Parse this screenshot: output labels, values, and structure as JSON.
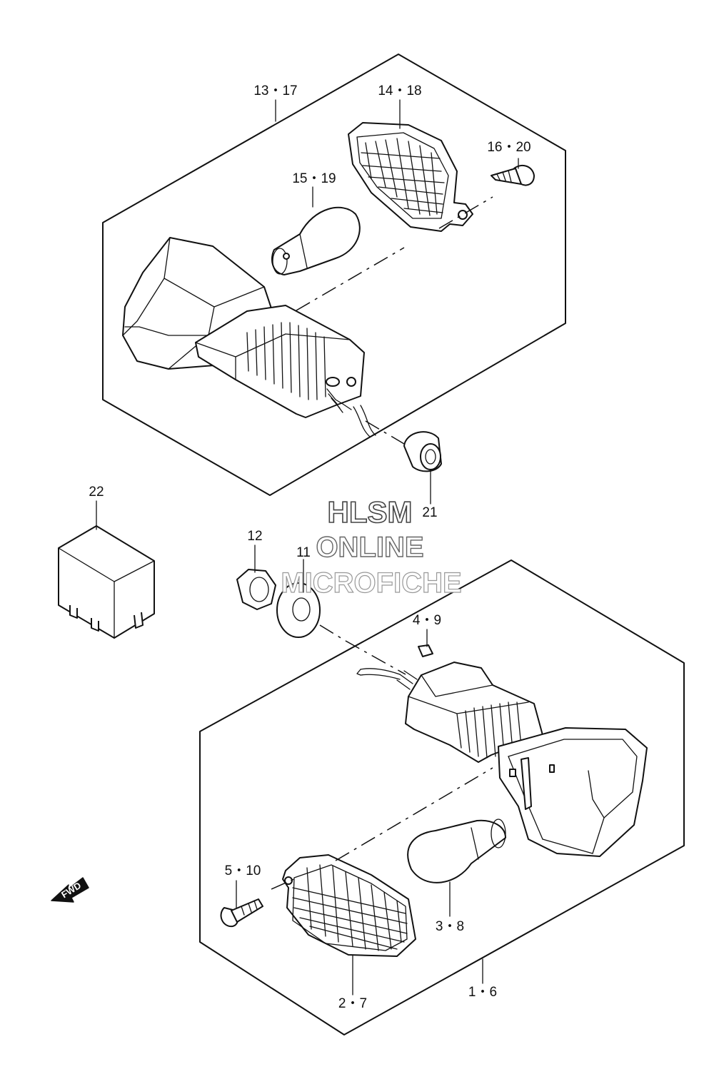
{
  "callouts": {
    "c13_17": "13・17",
    "c14_18": "14・18",
    "c16_20": "16・20",
    "c15_19": "15・19",
    "c21": "21",
    "c22": "22",
    "c12": "12",
    "c11": "11",
    "c4_9": "4・9",
    "c5_10": "5・10",
    "c3_8": "3・8",
    "c2_7": "2・7",
    "c1_6": "1・6"
  },
  "watermark": {
    "line1": "HLSM",
    "line2": "ONLINE",
    "line3": "MICROFICHE"
  },
  "direction_arrow": {
    "label": "FWD",
    "icon": "fwd-arrow-icon"
  }
}
